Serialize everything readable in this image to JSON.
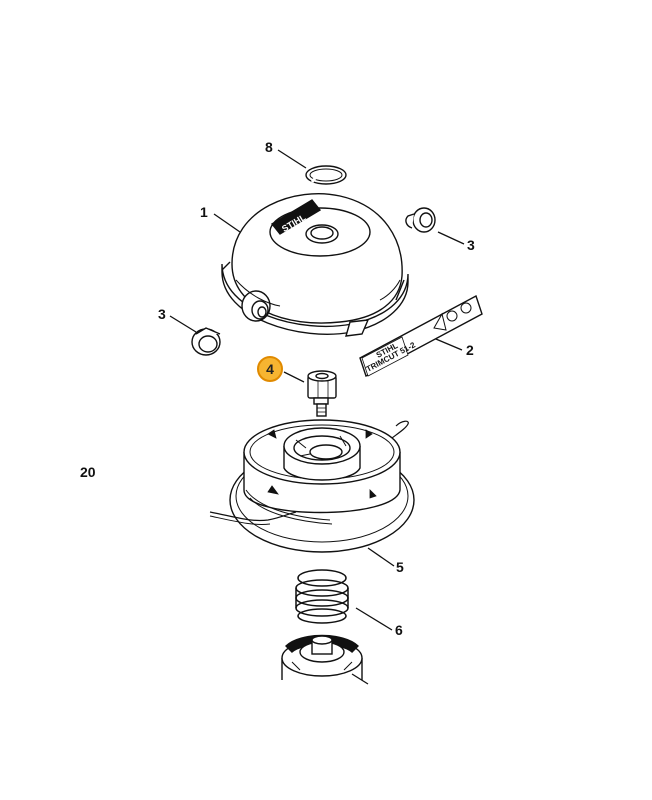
{
  "diagram": {
    "callouts": {
      "part_1": "1",
      "part_2": "2",
      "part_3_right": "3",
      "part_3_left": "3",
      "part_4": "4",
      "part_5": "5",
      "part_6": "6",
      "part_8": "8",
      "page_ref": "20"
    },
    "highlight_color": "#f7b531",
    "highlight_border": "#e08a00",
    "cap_logo": "STIHL",
    "label_plate": {
      "brand": "STIHL",
      "model": "TRIMCUT 51-2"
    }
  }
}
